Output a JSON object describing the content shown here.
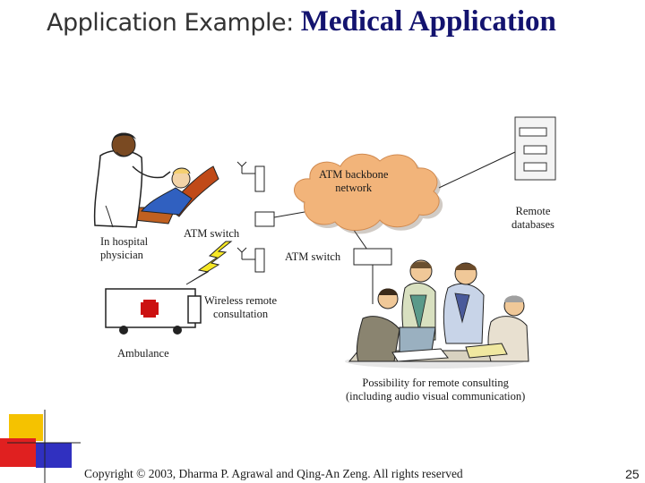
{
  "slide": {
    "title_regular": "Application Example: ",
    "title_emphasis": "Medical Application",
    "footer": "Copyright © 2003, Dharma P. Agrawal and Qing-An Zeng. All rights reserved",
    "page_number": "25"
  },
  "diagram": {
    "cloud_label_line1": "ATM backbone",
    "cloud_label_line2": "network",
    "switch_left_label": "ATM switch",
    "switch_right_label": "ATM switch",
    "remote_db_line1": "Remote",
    "remote_db_line2": "databases",
    "physician_line1": "In hospital",
    "physician_line2": "physician",
    "wireless_line1": "Wireless remote",
    "wireless_line2": "consultation",
    "ambulance_label": "Ambulance",
    "consult_line1": "Possibility for remote consulting",
    "consult_line2": "(including audio visual communication)"
  },
  "colors": {
    "title_emphasis": "#13136f",
    "cloud": "#f2b47a",
    "lightning": "#f7e825",
    "ambulance_cross": "#cc1111",
    "deco_yellow": "#f5c200",
    "deco_red": "#e02020",
    "deco_blue": "#3030c0"
  }
}
